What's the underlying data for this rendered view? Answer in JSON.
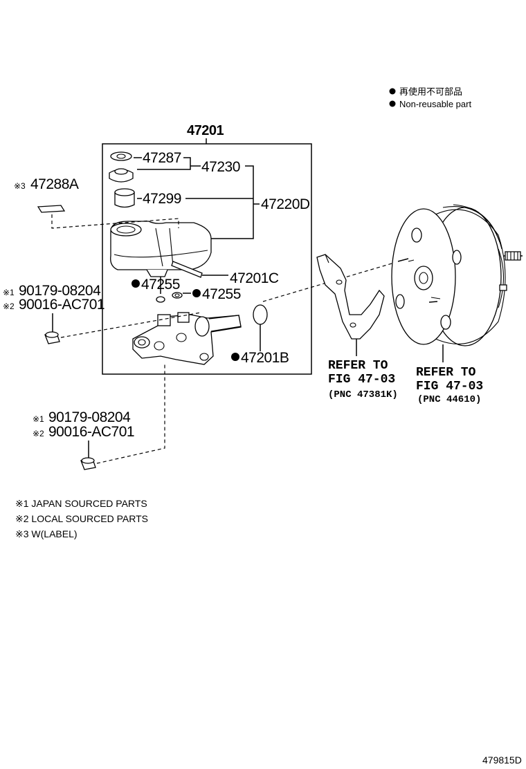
{
  "legend": {
    "line1": "再使用不可部品",
    "line2": "Non-reusable part"
  },
  "parts": {
    "p47201": "47201",
    "p47287": "47287",
    "p47230": "47230",
    "p47299": "47299",
    "p47220D": "47220D",
    "p47288A_mark": "※3",
    "p47288A": "47288A",
    "p47255_left": "47255",
    "p47255_right": "47255",
    "p47201C": "47201C",
    "p47201B": "47201B",
    "left_upper_mark1": "※1",
    "left_upper_pn1": "90179-08204",
    "left_upper_mark2": "※2",
    "left_upper_pn2": "90016-AC701",
    "left_lower_mark1": "※1",
    "left_lower_pn1": "90179-08204",
    "left_lower_mark2": "※2",
    "left_lower_pn2": "90016-AC701"
  },
  "refs": {
    "bracket_line1": "REFER TO",
    "bracket_line2": "FIG 47-03",
    "bracket_pnc": "(PNC 47381K)",
    "booster_line1": "REFER TO",
    "booster_line2": "FIG 47-03",
    "booster_pnc": "(PNC 44610)"
  },
  "notes": {
    "n1": "※1 JAPAN SOURCED PARTS",
    "n2": "※2 LOCAL SOURCED PARTS",
    "n3": "※3 W(LABEL)"
  },
  "figure_id": "479815D"
}
